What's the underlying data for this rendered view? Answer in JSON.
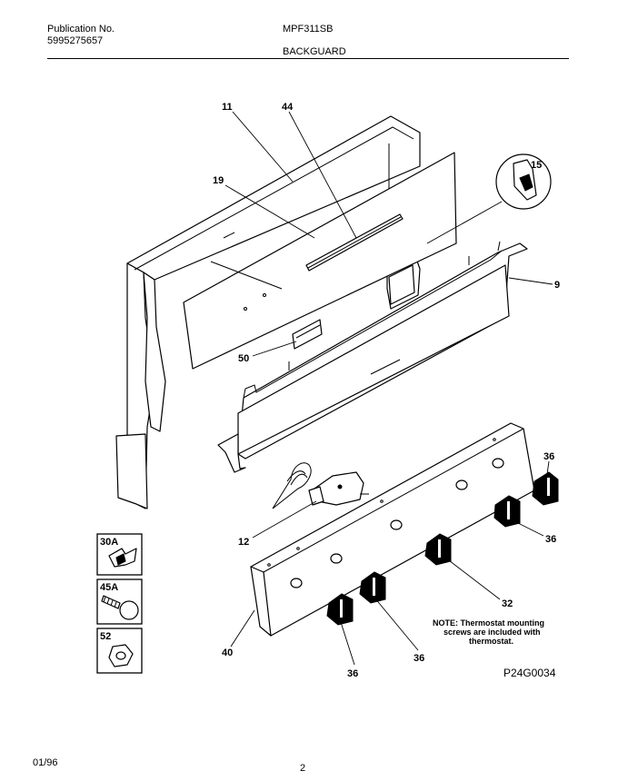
{
  "header": {
    "publication_label": "Publication No.",
    "publication_number": "5995275657",
    "model": "MPF311SB",
    "section": "BACKGUARD"
  },
  "callouts": {
    "c11": "11",
    "c44": "44",
    "c19": "19",
    "c15": "15",
    "c9": "9",
    "c50": "50",
    "c36a": "36",
    "c36b": "36",
    "c36c": "36",
    "c36d": "36",
    "c12": "12",
    "c32": "32",
    "c40": "40"
  },
  "hardware": {
    "h30a": "30A",
    "h45a": "45A",
    "h52": "52"
  },
  "note": {
    "line1": "NOTE: Thermostat mounting",
    "line2": "screws are included with",
    "line3": "thermostat."
  },
  "drawing_code": "P24G0034",
  "footer": {
    "date": "01/96",
    "page": "2"
  }
}
